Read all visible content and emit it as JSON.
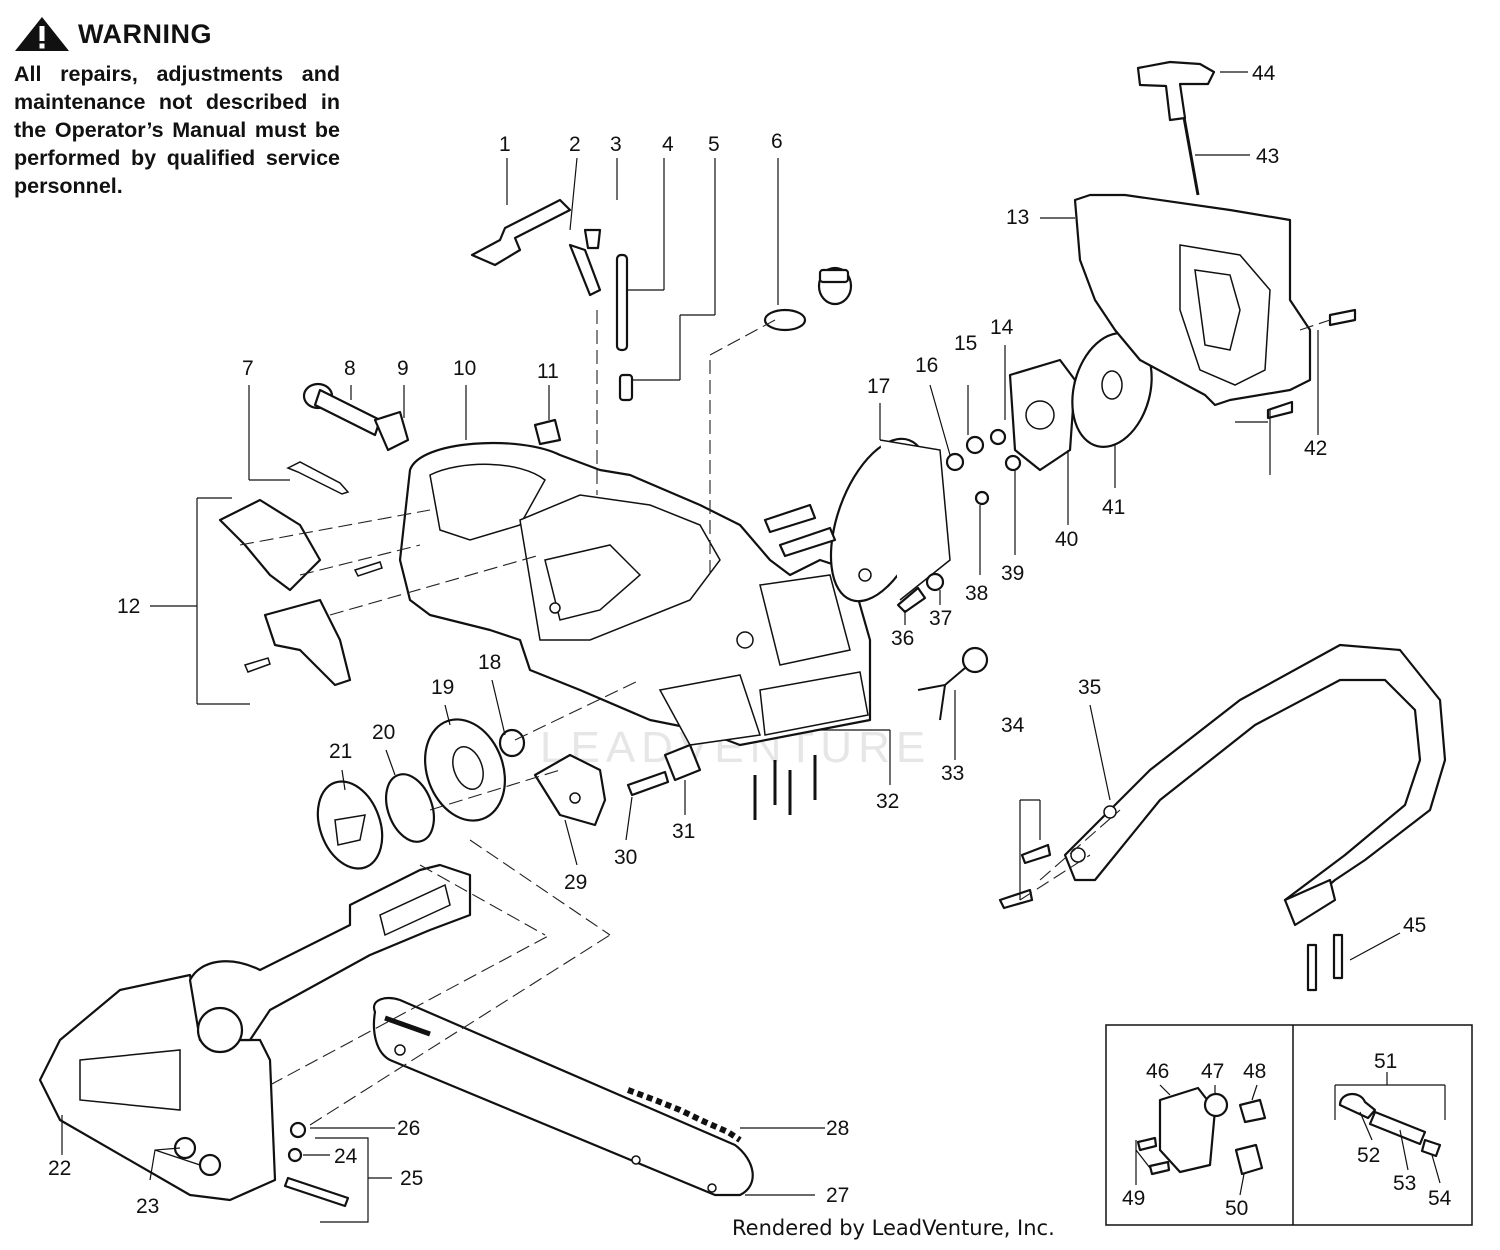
{
  "warning": {
    "title": "WARNING",
    "text": "All repairs, adjustments and maintenance not described in the Operator’s Manual must be performed by qualified service personnel."
  },
  "footer": "Rendered by LeadVenture, Inc.",
  "watermark": "LEADVENTURE",
  "callouts": {
    "c1": "1",
    "c2": "2",
    "c3": "3",
    "c4": "4",
    "c5": "5",
    "c6": "6",
    "c7": "7",
    "c8": "8",
    "c9": "9",
    "c10": "10",
    "c11": "11",
    "c12": "12",
    "c13": "13",
    "c14": "14",
    "c15": "15",
    "c16": "16",
    "c17": "17",
    "c18": "18",
    "c19": "19",
    "c20": "20",
    "c21": "21",
    "c22": "22",
    "c23": "23",
    "c24": "24",
    "c25": "25",
    "c26": "26",
    "c27": "27",
    "c28": "28",
    "c29": "29",
    "c30": "30",
    "c31": "31",
    "c32": "32",
    "c33": "33",
    "c34": "34",
    "c35": "35",
    "c36": "36",
    "c37": "37",
    "c38": "38",
    "c39": "39",
    "c40": "40",
    "c41": "41",
    "c42": "42",
    "c43": "43",
    "c44": "44",
    "c45": "45",
    "c46": "46",
    "c47": "47",
    "c48": "48",
    "c49": "49",
    "c50": "50",
    "c51": "51",
    "c52": "52",
    "c53": "53",
    "c54": "54"
  }
}
